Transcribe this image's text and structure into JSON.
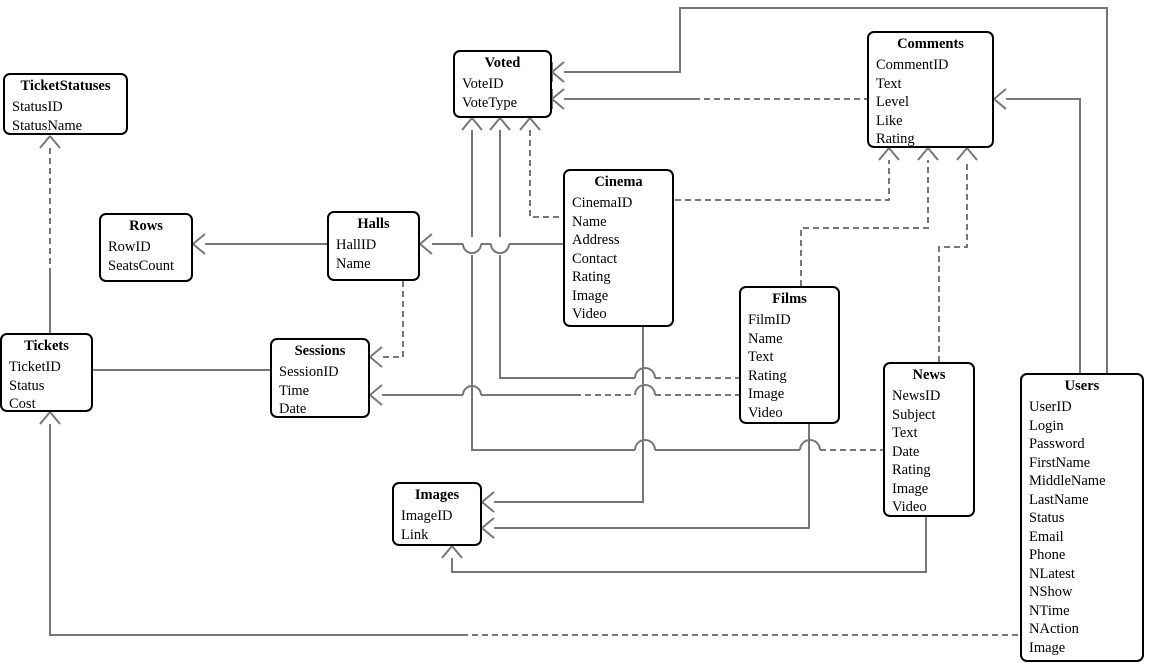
{
  "entities": {
    "ticketstatuses": {
      "title": "TicketStatuses",
      "fields": [
        "StatusID",
        "StatusName"
      ]
    },
    "voted": {
      "title": "Voted",
      "fields": [
        "VoteID",
        "VoteType"
      ]
    },
    "comments": {
      "title": "Comments",
      "fields": [
        "CommentID",
        "Text",
        "Level",
        "Like",
        "Rating"
      ]
    },
    "rows": {
      "title": "Rows",
      "fields": [
        "RowID",
        "SeatsCount"
      ]
    },
    "halls": {
      "title": "Halls",
      "fields": [
        "HallID",
        "Name"
      ]
    },
    "cinema": {
      "title": "Cinema",
      "fields": [
        "CinemaID",
        "Name",
        "Address",
        "Contact",
        "Rating",
        "Image",
        "Video"
      ]
    },
    "tickets": {
      "title": "Tickets",
      "fields": [
        "TicketID",
        "Status",
        "Cost"
      ]
    },
    "sessions": {
      "title": "Sessions",
      "fields": [
        "SessionID",
        "Time",
        "Date"
      ]
    },
    "films": {
      "title": "Films",
      "fields": [
        "FilmID",
        "Name",
        "Text",
        "Rating",
        "Image",
        "Video"
      ]
    },
    "news": {
      "title": "News",
      "fields": [
        "NewsID",
        "Subject",
        "Text",
        "Date",
        "Rating",
        "Image",
        "Video"
      ]
    },
    "users": {
      "title": "Users",
      "fields": [
        "UserID",
        "Login",
        "Password",
        "FirstName",
        "MiddleName",
        "LastName",
        "Status",
        "Email",
        "Phone",
        "NLatest",
        "NShow",
        "NTime",
        "NAction",
        "Image"
      ]
    },
    "images": {
      "title": "Images",
      "fields": [
        "ImageID",
        "Link"
      ]
    }
  }
}
